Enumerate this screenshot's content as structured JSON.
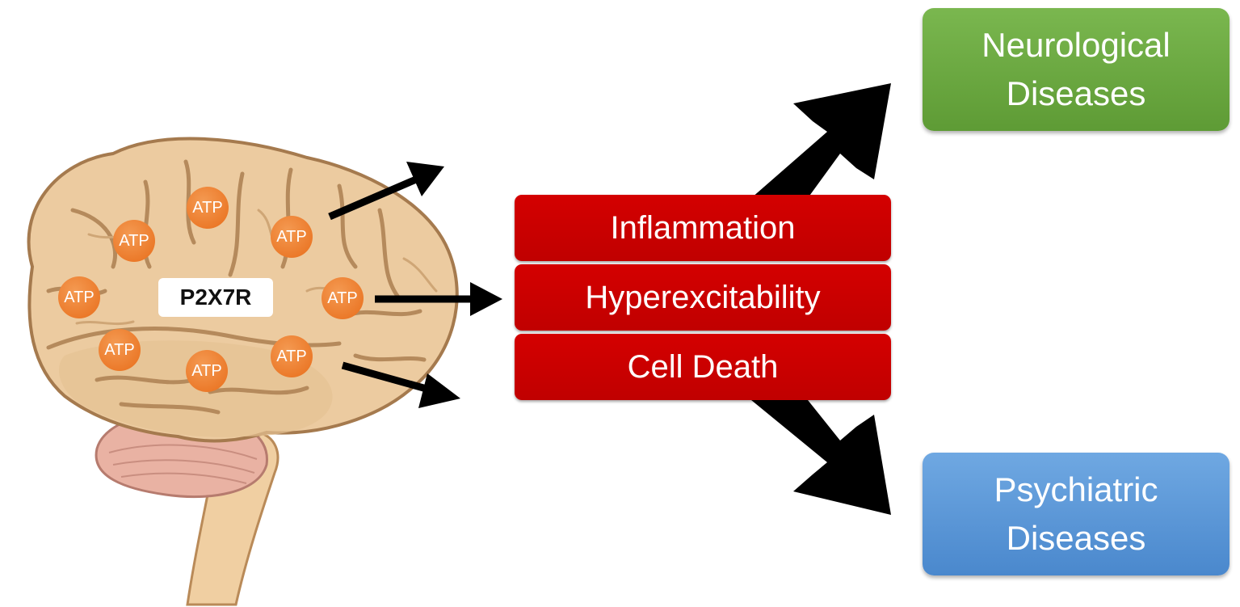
{
  "receptor_label": "P2X7R",
  "atp_label": "ATP",
  "effects": [
    "Inflammation",
    "Hyperexcitability",
    "Cell Death"
  ],
  "outcomes": {
    "neurological": [
      "Neurological",
      "Diseases"
    ],
    "psychiatric": [
      "Psychiatric",
      "Diseases"
    ]
  },
  "colors": {
    "effect_box": "#c80000",
    "neurological_box": "#6aa842",
    "psychiatric_box": "#5b96d8",
    "atp_marker": "#ee7a2a",
    "brain": "#e8c69b",
    "arrow": "#000000"
  }
}
